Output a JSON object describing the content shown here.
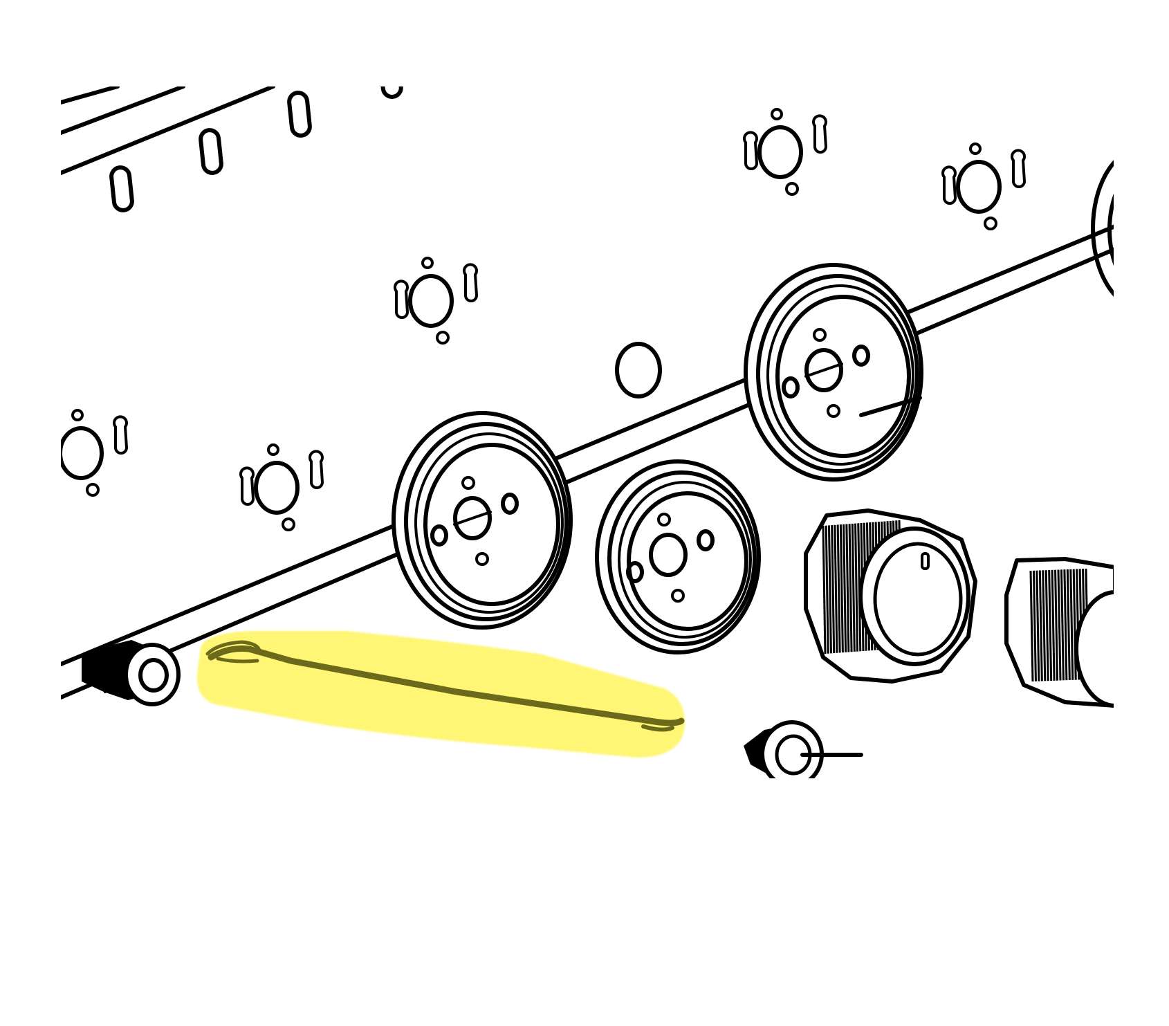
{
  "diagram": {
    "kind": "exploded parts line drawing",
    "colors": {
      "ink": "#000000",
      "background": "#ffffff",
      "highlight": "#fff675",
      "highlighted_part": "#6b6a1a"
    },
    "parts": [
      {
        "name": "front-panel-plate",
        "shape": "plate with keyhole mounting holes"
      },
      {
        "name": "shaft-rod",
        "shape": "long rod"
      },
      {
        "name": "left-shaft-bushing",
        "shape": "bushing"
      },
      {
        "name": "pulley-large-left",
        "shape": "pulley wheel with 4 holes"
      },
      {
        "name": "pulley-center",
        "shape": "pulley wheel with 4 holes"
      },
      {
        "name": "pulley-large-right",
        "shape": "pulley wheel with 4 holes"
      },
      {
        "name": "knurled-knob",
        "shape": "knurled control knob"
      },
      {
        "name": "knurled-knob-right",
        "shape": "knurled control knob (partially cropped)"
      },
      {
        "name": "small-bushing-with-pin",
        "shape": "bushing with pin"
      },
      {
        "name": "highlighted-spring-wire",
        "shape": "thin wire rod, highlighted yellow"
      }
    ]
  }
}
